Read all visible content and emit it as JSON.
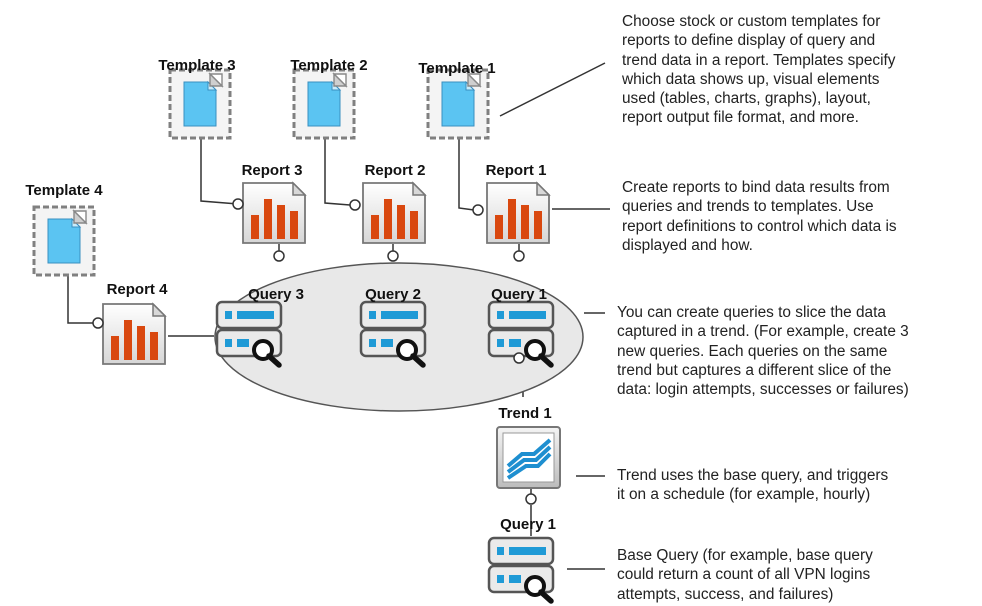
{
  "templates": [
    {
      "id": "template-3",
      "label": "Template 3"
    },
    {
      "id": "template-2",
      "label": "Template 2"
    },
    {
      "id": "template-1",
      "label": "Template 1"
    },
    {
      "id": "template-4",
      "label": "Template 4"
    }
  ],
  "reports": [
    {
      "id": "report-3",
      "label": "Report 3"
    },
    {
      "id": "report-2",
      "label": "Report 2"
    },
    {
      "id": "report-1",
      "label": "Report 1"
    },
    {
      "id": "report-4",
      "label": "Report 4"
    }
  ],
  "queries": [
    {
      "id": "query-3",
      "label": "Query 3"
    },
    {
      "id": "query-2",
      "label": "Query 2"
    },
    {
      "id": "query-1",
      "label": "Query 1"
    },
    {
      "id": "base-query",
      "label": "Query 1"
    }
  ],
  "trend": {
    "label": "Trend 1"
  },
  "notes": {
    "templates": "Choose stock or custom templates for\nreports to define display of query and\ntrend data in a report. Templates specify\nwhich data shows up, visual elements\nused (tables, charts, graphs), layout,\nreport output file format, and more.",
    "reports": "Create reports to bind data results from\nqueries and trends to templates. Use\nreport definitions to control which data is\ndisplayed and how.",
    "queries": "You can create queries to slice the data\ncaptured in a trend. (For example, create 3\nnew queries. Each queries on the same\ntrend but captures a different slice of the\ndata: login attempts, successes or failures)",
    "trend": "Trend uses the base query, and triggers\nit on a schedule (for example, hourly)",
    "base_query": "Base Query (for example, base query\ncould return a count of all VPN logins\nattempts, success, and failures)"
  },
  "colors": {
    "template_fill": "#5bc4f2",
    "template_border": "#777777",
    "report_bar": "#d9480f",
    "query_blue": "#1f9ad6",
    "ellipse_fill": "#e8e8e8",
    "trend_blue": "#1e8fd0"
  }
}
